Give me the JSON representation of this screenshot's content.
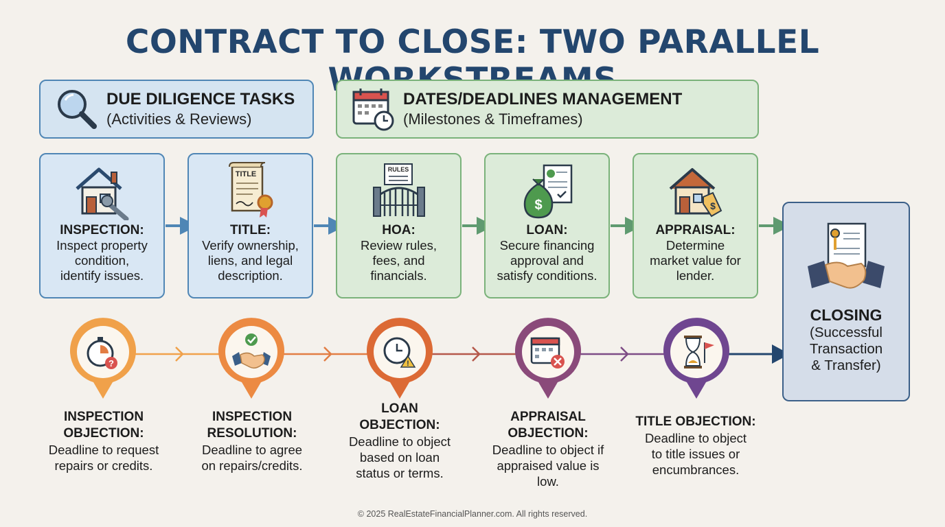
{
  "title": "CONTRACT TO CLOSE: TWO PARALLEL WORKSTREAMS",
  "headers": {
    "due_diligence": {
      "title": "DUE DILIGENCE TASKS",
      "subtitle": "(Activities & Reviews)",
      "icon": "magnifier-icon"
    },
    "dates": {
      "title": "DATES/DEADLINES MANAGEMENT",
      "subtitle": "(Milestones & Timeframes)",
      "icon": "calendar-clock-icon"
    }
  },
  "tasks": [
    {
      "title": "INSPECTION:",
      "desc": [
        "Inspect property",
        "condition,",
        "identify issues."
      ],
      "icon": "house-wrench-icon",
      "color": "#4f86b5"
    },
    {
      "title": "TITLE:",
      "desc": [
        "Verify ownership,",
        "liens, and legal",
        "description."
      ],
      "icon": "title-scroll-icon",
      "icon_text": "TITLE",
      "color": "#4f86b5"
    },
    {
      "title": "HOA:",
      "desc": [
        "Review rules,",
        "fees, and",
        "financials."
      ],
      "icon": "hoa-gate-icon",
      "icon_text": "RULES",
      "color": "#7ab27a"
    },
    {
      "title": "LOAN:",
      "desc": [
        "Secure financing",
        "approval and",
        "satisfy conditions."
      ],
      "icon": "money-bag-document-icon",
      "color": "#7ab27a"
    },
    {
      "title": "APPRAISAL:",
      "desc": [
        "Determine",
        "market value for",
        "lender."
      ],
      "icon": "house-price-tag-icon",
      "color": "#7ab27a"
    }
  ],
  "closing": {
    "title": "CLOSING",
    "desc": [
      "(Successful",
      "Transaction",
      "& Transfer)"
    ],
    "icon": "handshake-key-icon"
  },
  "deadlines": [
    {
      "title": [
        "INSPECTION",
        "OBJECTION:"
      ],
      "desc": [
        "Deadline to request",
        "repairs or credits."
      ],
      "icon": "stopwatch-question-icon",
      "color": "#f0a14a"
    },
    {
      "title": [
        "INSPECTION",
        "RESOLUTION:"
      ],
      "desc": [
        "Deadline to agree",
        "on repairs/credits."
      ],
      "icon": "handshake-check-icon",
      "color": "#ec8a42"
    },
    {
      "title": [
        "LOAN",
        "OBJECTION:"
      ],
      "desc": [
        "Deadline to object",
        "based on loan",
        "status or terms."
      ],
      "icon": "clock-warning-icon",
      "color": "#dc6a35"
    },
    {
      "title": [
        "APPRAISAL",
        "OBJECTION:"
      ],
      "desc": [
        "Deadline to object if",
        "appraised value is",
        "low."
      ],
      "icon": "calendar-x-icon",
      "color": "#8a4a7a"
    },
    {
      "title": [
        "TITLE OBJECTION:"
      ],
      "desc": [
        "Deadline to object",
        "to title issues or",
        "encumbrances."
      ],
      "icon": "hourglass-flag-icon",
      "color": "#6f4690"
    }
  ],
  "footer": "© 2025 RealEstateFinancialPlanner.com. All rights reserved."
}
